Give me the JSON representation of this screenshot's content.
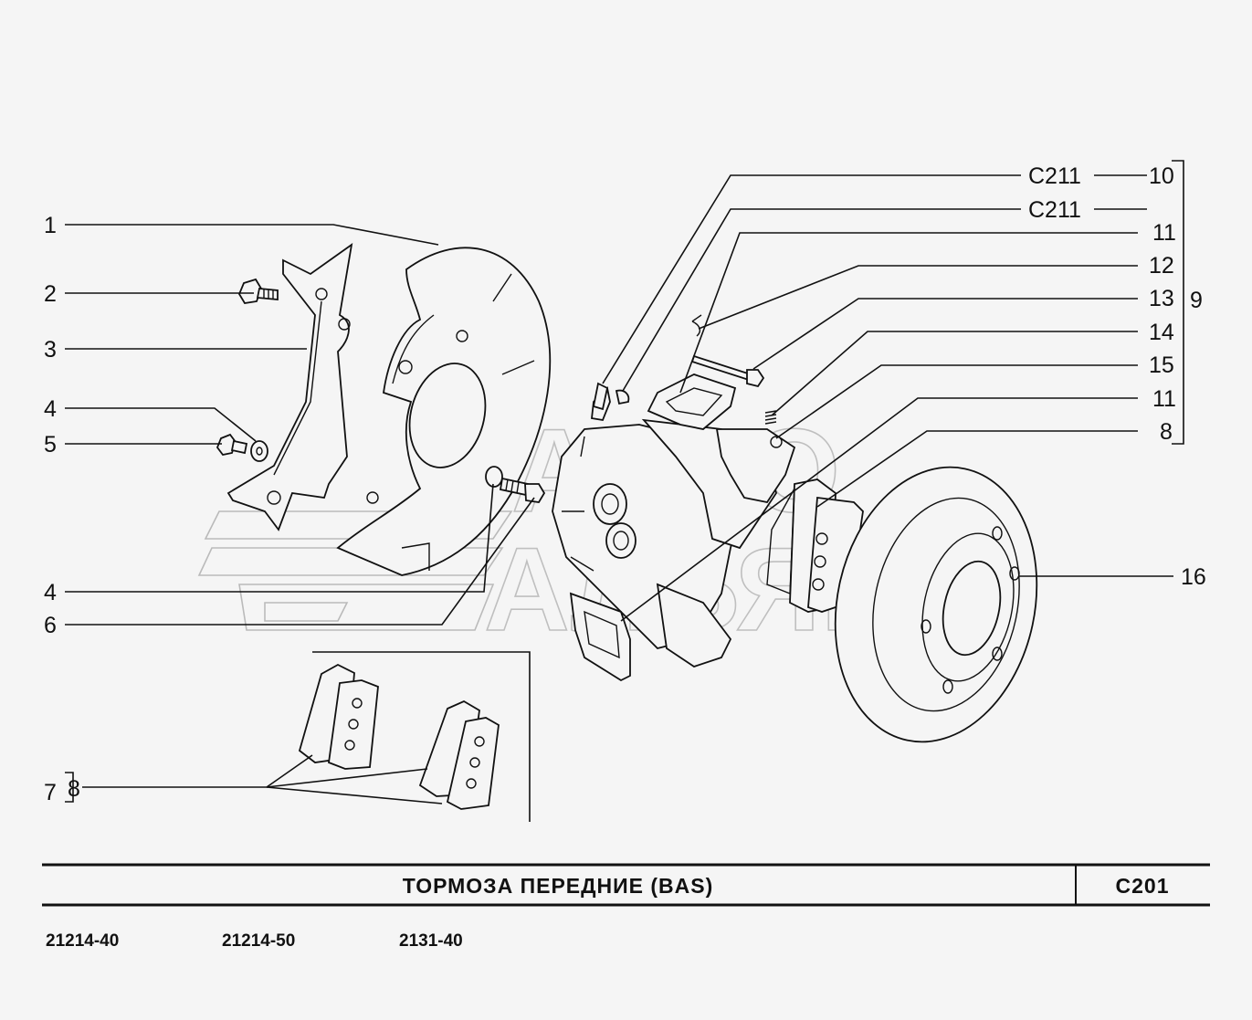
{
  "title": "ТОРМОЗА  ПЕРЕДНИЕ  (BAS)",
  "code": "C201",
  "models": [
    "21214-40",
    "21214-50",
    "2131-40"
  ],
  "callouts": {
    "c211_a": "C211",
    "c211_b": "C211",
    "n10": "10",
    "n11a": "11",
    "n12": "12",
    "n13": "13",
    "n14": "14",
    "n15": "15",
    "n11b": "11",
    "n8": "8",
    "n9": "9",
    "n16": "16",
    "n1": "1",
    "n2": "2",
    "n3": "3",
    "n4a": "4",
    "n5": "5",
    "n4b": "4",
    "n6": "6",
    "n7": "7",
    "n8b": "8"
  },
  "watermark": {
    "line1": "АВТО",
    "line2": "АЛЬЯНС"
  }
}
